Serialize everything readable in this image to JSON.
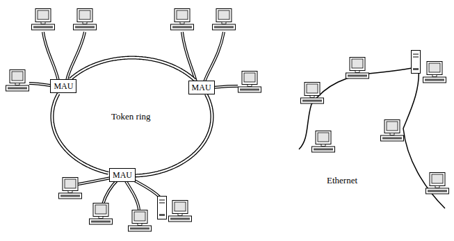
{
  "diagram": {
    "nodes": [
      {
        "text": [
          "MAU"
        ]
      },
      {
        "text": [
          "MAU"
        ]
      },
      {
        "text": [
          "MAU"
        ]
      }
    ],
    "edges": [
      {
        "from": 0,
        "to": 1,
        "arrow": "none"
      },
      {
        "from": 1,
        "to": 2,
        "arrow": "none"
      },
      {
        "from": 2,
        "to": 0,
        "arrow": "none"
      }
    ],
    "labels": [
      "Token ring",
      "Ethernet"
    ]
  }
}
